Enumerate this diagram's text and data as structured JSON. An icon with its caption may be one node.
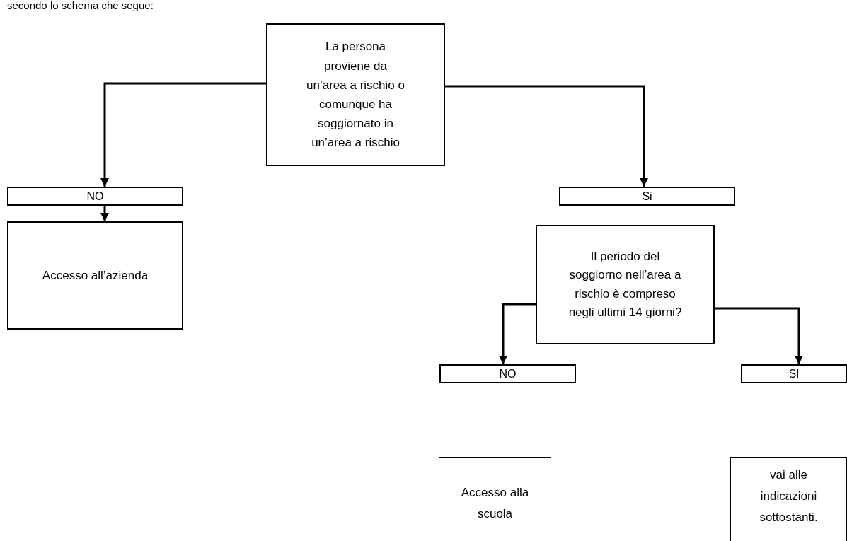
{
  "diagram": {
    "nodes": [
      {
        "text": [
          "La persona proviene da un’area a rischio o comunque ha soggiornato in un’area a rischio"
        ]
      },
      {
        "text": [
          "NO"
        ]
      },
      {
        "text": [
          "Accesso all’azienda"
        ]
      },
      {
        "text": [
          "Si"
        ]
      },
      {
        "text": [
          "Il periodo del soggiorno nell’area a rischio è compreso negli ultimi 14 giorni?"
        ]
      },
      {
        "text": [
          "NO"
        ]
      },
      {
        "text": [
          "SI"
        ]
      },
      {
        "text": [
          "Accesso alla scuola"
        ]
      },
      {
        "text": [
          "vai alle indicazioni sottostanti."
        ]
      }
    ],
    "edges": [
      {
        "from": 0,
        "to": 1,
        "arrow": "to"
      },
      {
        "from": 0,
        "to": 3,
        "arrow": "to"
      },
      {
        "from": 1,
        "to": 2,
        "arrow": "to"
      },
      {
        "from": 4,
        "to": 5,
        "arrow": "to"
      },
      {
        "from": 4,
        "to": 6,
        "arrow": "to"
      }
    ],
    "labels": [
      "secondo lo schema che segue:"
    ]
  }
}
